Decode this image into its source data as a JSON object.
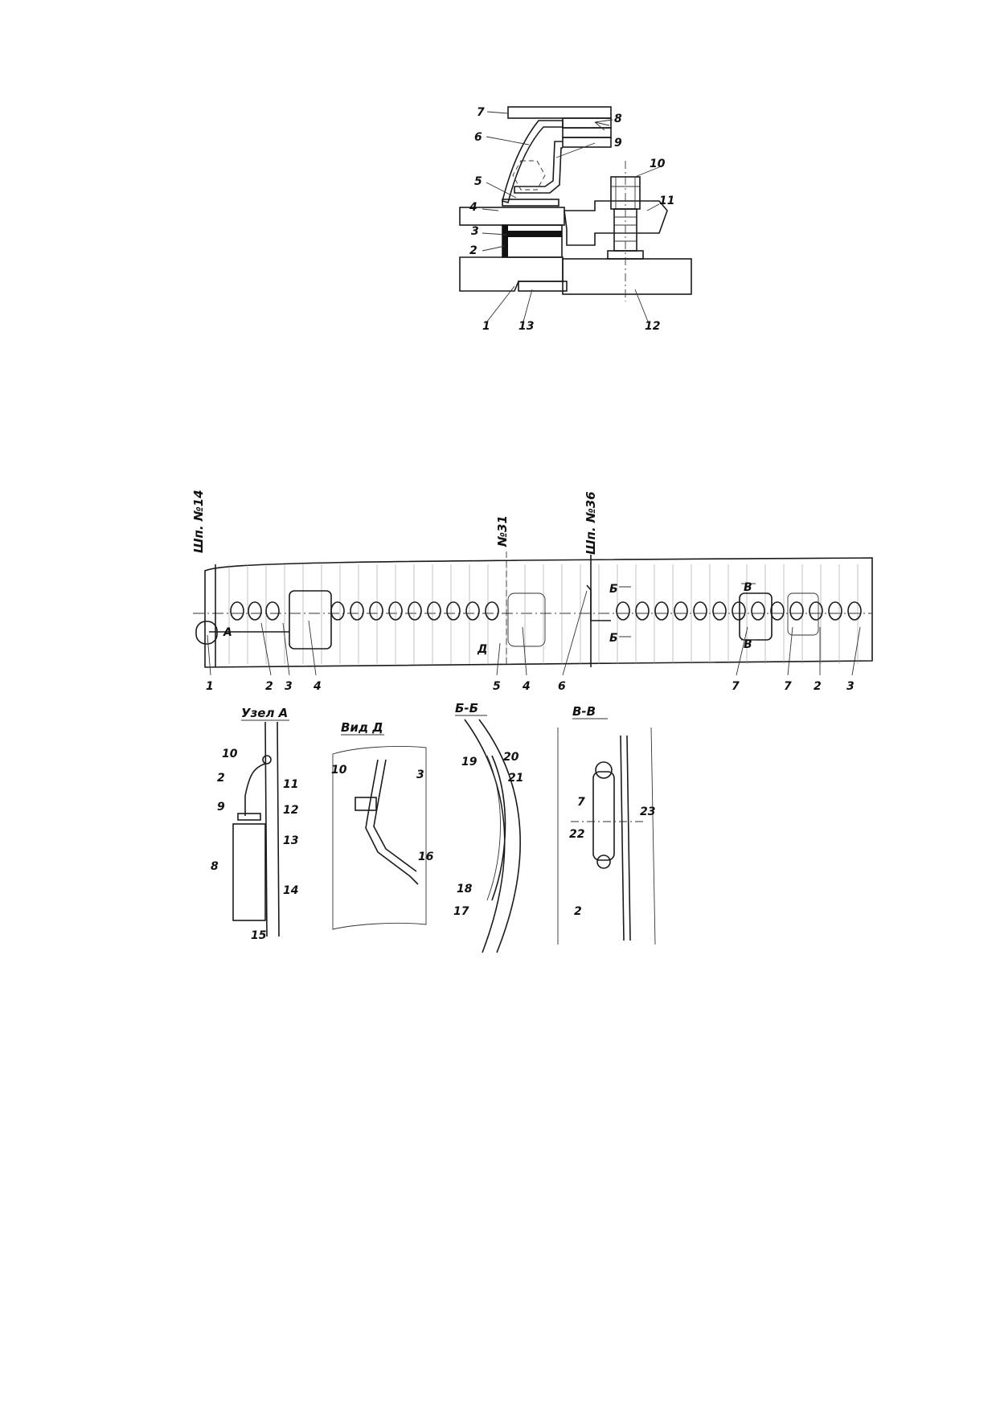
{
  "figure_top": {
    "labels": [
      "1",
      "2",
      "3",
      "4",
      "5",
      "6",
      "7",
      "8",
      "9",
      "10",
      "11",
      "12",
      "13"
    ]
  },
  "figure_bottom": {
    "frame_labels": [
      "Шп. №14",
      "№31",
      "Шп. №36"
    ],
    "callouts": [
      "1",
      "2",
      "3",
      "4",
      "5",
      "4",
      "6",
      "7",
      "7",
      "2",
      "3"
    ],
    "section_marks": [
      "А",
      "Д",
      "Б",
      "Б",
      "В",
      "В"
    ],
    "details": {
      "uzel_a": {
        "title": "Узел А",
        "labels": [
          "10",
          "2",
          "11",
          "9",
          "12",
          "8",
          "13",
          "14",
          "15"
        ]
      },
      "vid_d": {
        "title": "Вид Д",
        "labels": [
          "10",
          "3",
          "16"
        ]
      },
      "section_bb": {
        "title": "Б-Б",
        "labels": [
          "19",
          "20",
          "21",
          "18",
          "17"
        ]
      },
      "section_vv": {
        "title": "В-В",
        "labels": [
          "7",
          "23",
          "22",
          "2"
        ]
      }
    }
  }
}
